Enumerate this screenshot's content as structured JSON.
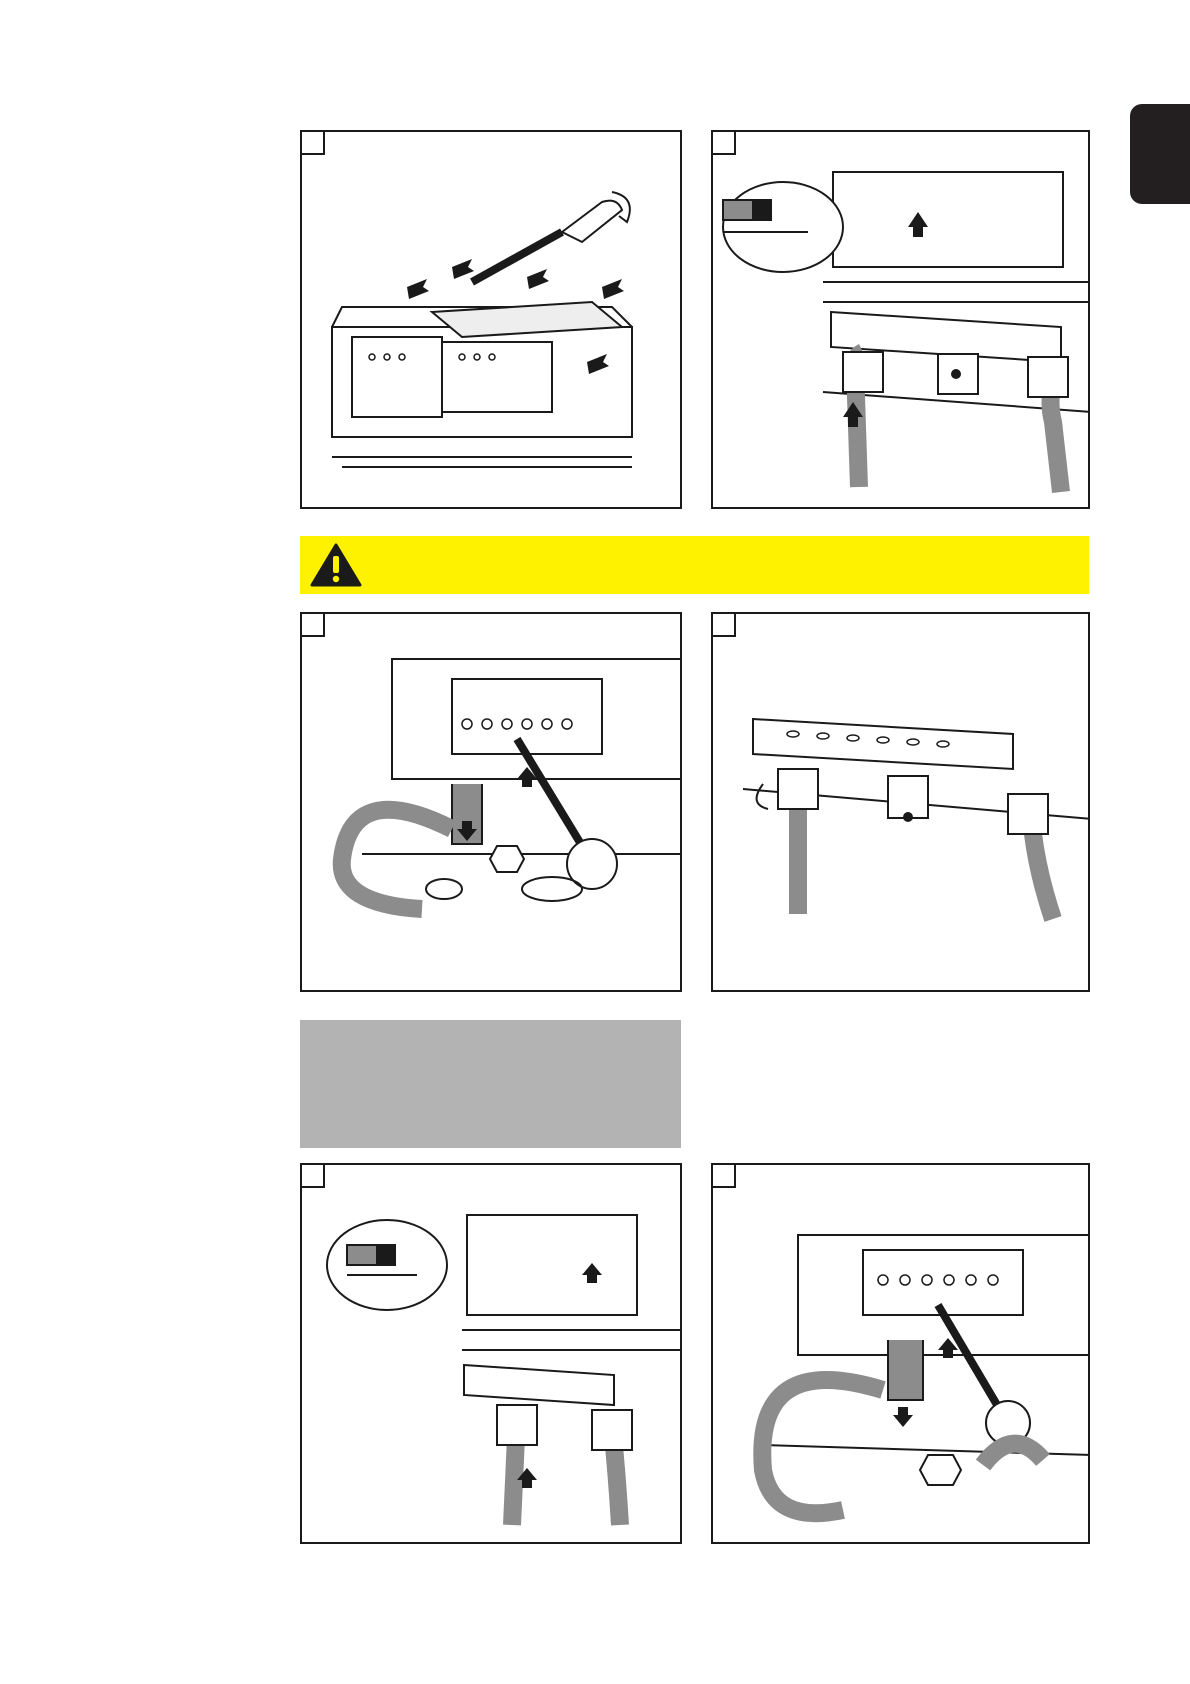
{
  "icons": {
    "tab": "language-tab",
    "warning": "warning-triangle-icon"
  },
  "colors": {
    "warning_bar": "#fff200",
    "note_box": "#b3b3b3",
    "tab": "#231f20"
  },
  "steps": [
    {
      "id": "step-1",
      "illustration": "remove-cover-screws"
    },
    {
      "id": "step-2",
      "illustration": "strip-cable-insert-gland"
    },
    {
      "id": "step-3",
      "illustration": "fasten-ring-terminal-nut"
    },
    {
      "id": "step-4",
      "illustration": "tighten-cable-gland"
    },
    {
      "id": "step-5",
      "illustration": "strip-cable-insert-gland-alt"
    },
    {
      "id": "step-6",
      "illustration": "fasten-ring-terminal-nut-alt"
    }
  ]
}
